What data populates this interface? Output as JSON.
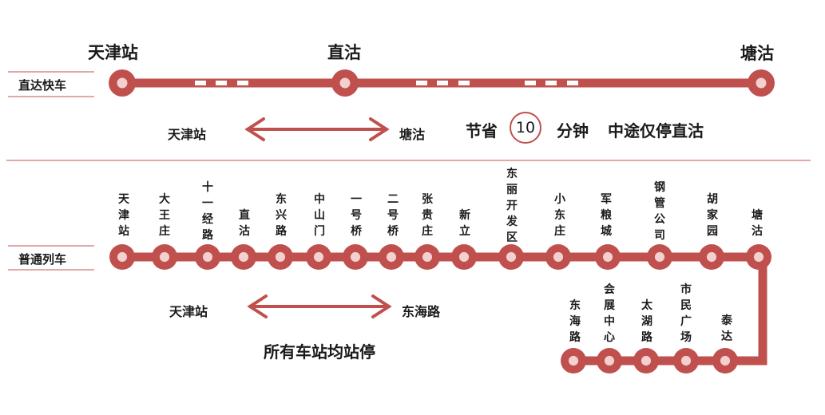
{
  "colors": {
    "line": "#c0504d",
    "station_fill": "#c0504d",
    "station_dot": "#f4d0cf",
    "divider": "#c0504d"
  },
  "express": {
    "row_label": "直达快车",
    "stations": [
      "天津站",
      "直沽",
      "塘沽"
    ],
    "dir_from": "天津站",
    "dir_to": "塘沽",
    "note_prefix": "节省",
    "note_number": "10",
    "note_suffix": "分钟",
    "note_tail": "中途仅停直沽"
  },
  "regular": {
    "row_label": "普通列车",
    "top_stations": [
      "天津站",
      "大王庄",
      "十一经路",
      "直沽",
      "东兴路",
      "中山门",
      "一号桥",
      "二号桥",
      "张贵庄",
      "新立",
      "东丽开发区",
      "小东庄",
      "军粮城",
      "钢管公司",
      "胡家园",
      "塘沽"
    ],
    "bottom_stations": [
      "东海路",
      "会展中心",
      "太湖路",
      "市民广场",
      "泰达"
    ],
    "dir_from": "天津站",
    "dir_to": "东海路",
    "note": "所有车站均站停"
  }
}
